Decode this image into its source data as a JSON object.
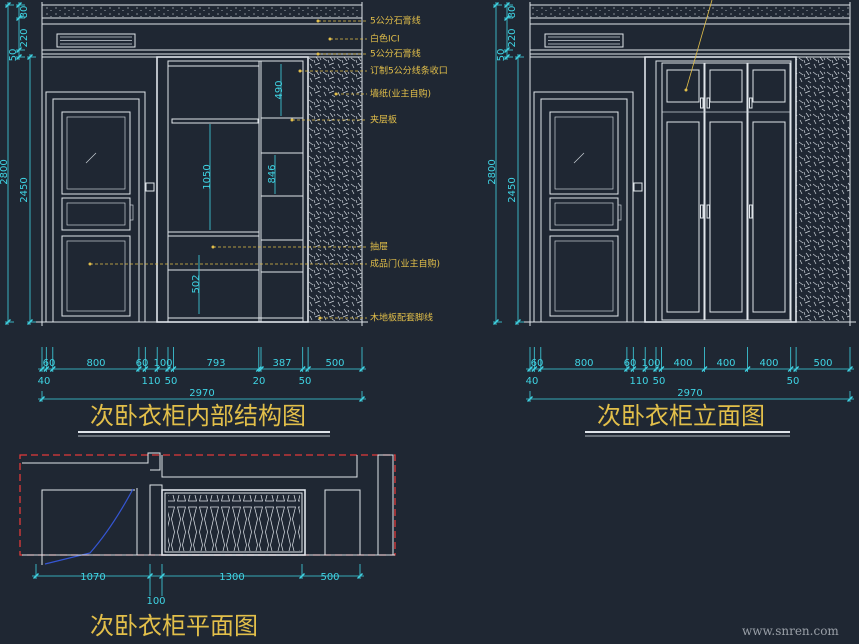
{
  "colors": {
    "background": "#1f2733",
    "line": "#dfe4ea",
    "dimension": "#3fd4e4",
    "annotation": "#e2bf4a",
    "section_box": "#e03a3a",
    "door_swing": "#3556d4"
  },
  "left_elevation": {
    "title": "次卧衣柜内部结构图",
    "annotations": [
      "5公分石膏线",
      "白色ICI",
      "5公分石膏线",
      "订制5公分线条收口",
      "墙纸(业主自购)",
      "夹层板",
      "抽屉",
      "成品门(业主自购)",
      "木地板配套脚线"
    ],
    "height_dims": [
      "50",
      "80",
      "220",
      "2800",
      "2450"
    ],
    "interior_dims": [
      "490",
      "1050",
      "846",
      "502"
    ],
    "width_dims_upper": [
      "60",
      "800",
      "60",
      "100",
      "793",
      "387",
      "500"
    ],
    "width_dims_lower": [
      "40",
      "110",
      "50",
      "20",
      "50"
    ],
    "overall_width": "2970"
  },
  "right_elevation": {
    "title": "次卧衣柜立面图",
    "height_dims": [
      "50",
      "80",
      "220",
      "2800",
      "2450"
    ],
    "width_dims_upper": [
      "60",
      "800",
      "60",
      "100",
      "400",
      "400",
      "400",
      "500"
    ],
    "width_dims_lower": [
      "40",
      "110",
      "50",
      "50"
    ],
    "overall_width": "2970"
  },
  "plan": {
    "title": "次卧衣柜平面图",
    "dims": [
      "1070",
      "1300",
      "500",
      "100"
    ]
  },
  "watermark": "www.snren.com"
}
